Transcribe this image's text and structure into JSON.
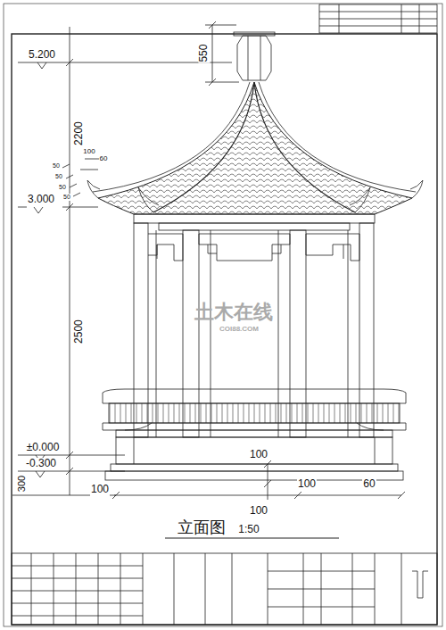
{
  "diagram": {
    "labels": [
      "5.200",
      "550",
      "2200",
      "100",
      "60",
      "50",
      "50",
      "50",
      "50",
      "3.000",
      "2500",
      "±0.000",
      "-0.300",
      "300",
      "100",
      "100",
      "100",
      "60",
      "100",
      "立面图",
      "1:50",
      "土木在线",
      "COI88.COM"
    ]
  }
}
